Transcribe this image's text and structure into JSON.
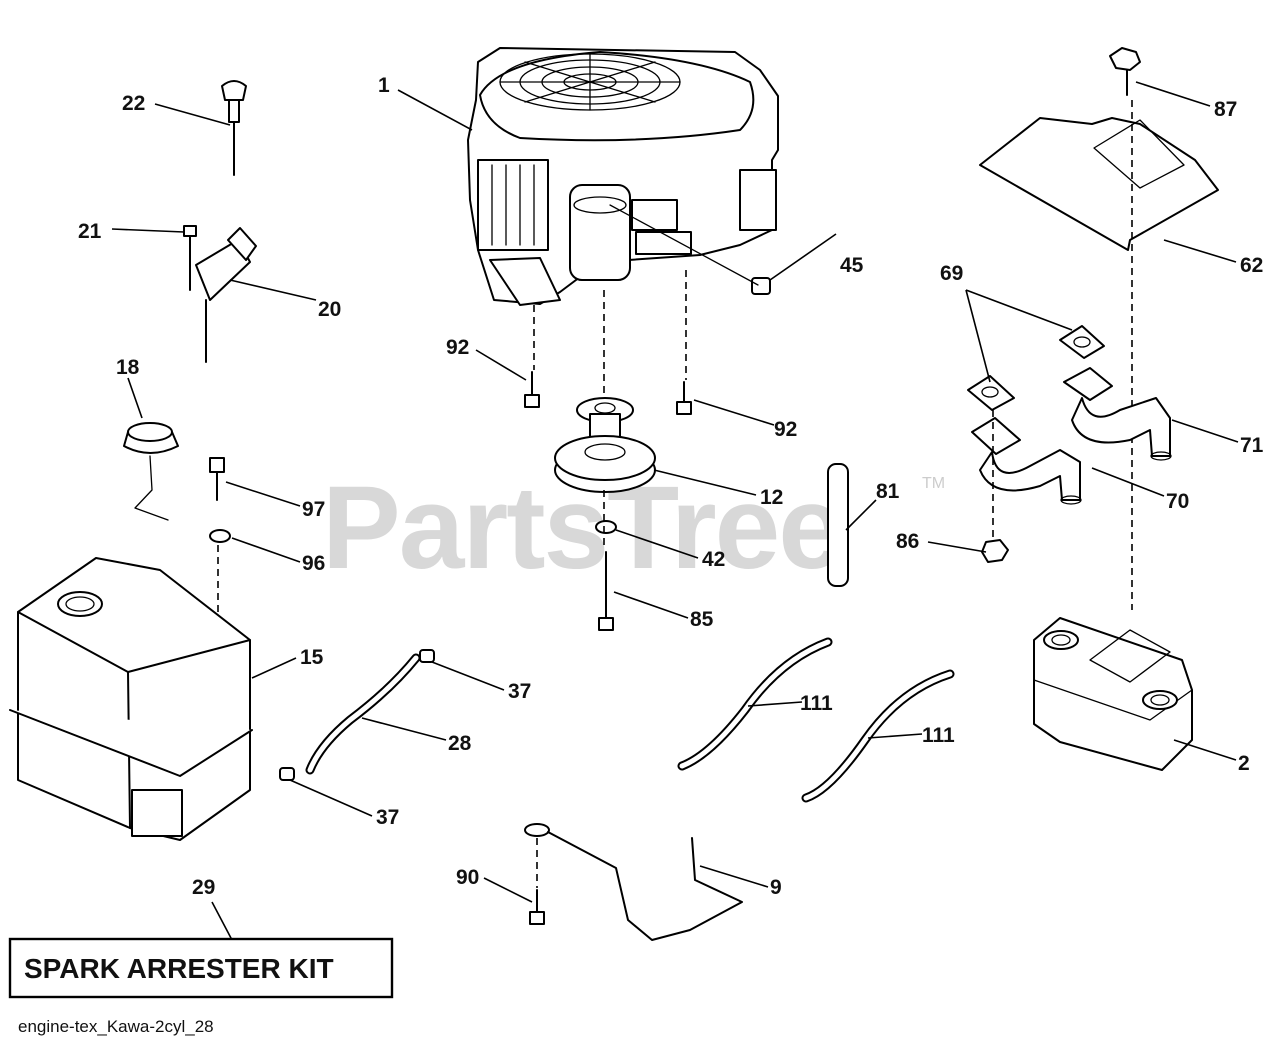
{
  "watermark": {
    "text": "PartsTree",
    "tm": "TM"
  },
  "kit_label": "SPARK ARRESTER KIT",
  "caption": "engine-tex_Kawa-2cyl_28",
  "callouts": {
    "c1": "1",
    "c2": "2",
    "c9": "9",
    "c12": "12",
    "c15": "15",
    "c18": "18",
    "c20": "20",
    "c21": "21",
    "c22": "22",
    "c28": "28",
    "c29": "29",
    "c37a": "37",
    "c37b": "37",
    "c42": "42",
    "c45": "45",
    "c62": "62",
    "c69": "69",
    "c70": "70",
    "c71": "71",
    "c81": "81",
    "c85": "85",
    "c86": "86",
    "c87": "87",
    "c90": "90",
    "c92a": "92",
    "c92b": "92",
    "c96": "96",
    "c97": "97",
    "c111a": "111",
    "c111b": "111"
  }
}
